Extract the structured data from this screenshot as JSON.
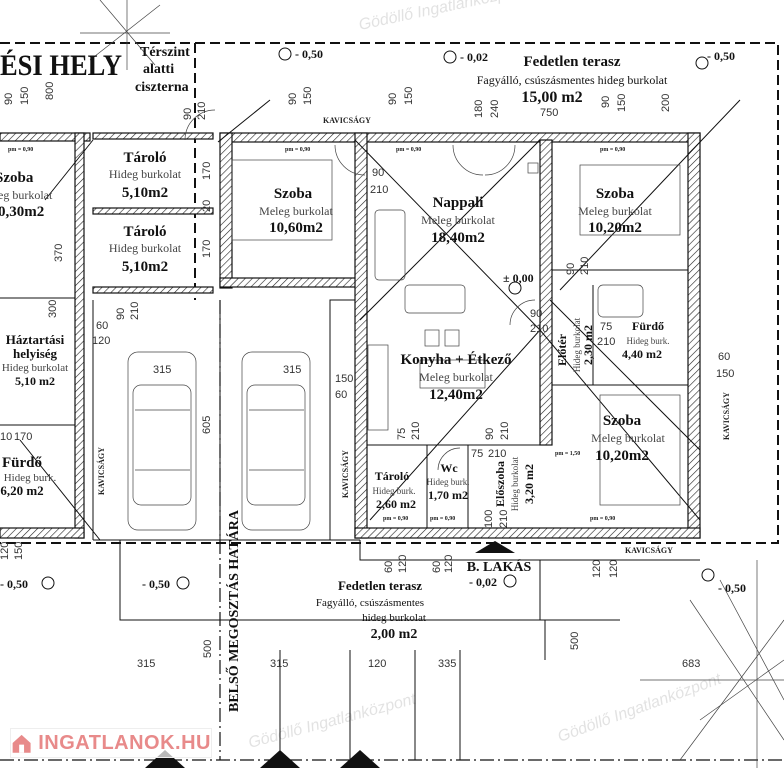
{
  "header": {
    "title_fragment": "ÉSI HELY",
    "cistern": [
      "Térszint",
      "alatti",
      "ciszterna"
    ]
  },
  "rooms": [
    {
      "name": "Szoba",
      "floor": "eg burkolat",
      "area": "0,30m2"
    },
    {
      "name": "Tároló",
      "floor": "Hideg burkolat",
      "area": "5,10m2"
    },
    {
      "name": "Tároló",
      "floor": "Hideg burkolat",
      "area": "5,10m2"
    },
    {
      "name": "Szoba",
      "floor": "Meleg burkolat",
      "area": "10,60m2"
    },
    {
      "name": "Nappali",
      "floor": "Meleg burkolat",
      "area": "18,40m2"
    },
    {
      "name": "Szoba",
      "floor": "Meleg burkolat",
      "area": "10,20m2"
    },
    {
      "name": "Háztartási",
      "name2": "helyiség",
      "floor": "Hideg burkolat",
      "area": "5,10 m2"
    },
    {
      "name": "Fürdő",
      "floor": "Hideg burk.",
      "area": "6,20 m2"
    },
    {
      "name": "Konyha + Étkező",
      "floor": "Meleg burkolat",
      "area": "12,40m2"
    },
    {
      "name": "Előtér",
      "floor": "Hideg burkolat",
      "area": "2,30 m2"
    },
    {
      "name": "Fürdő",
      "floor": "Hideg burk.",
      "area": "4,40 m2"
    },
    {
      "name": "Szoba",
      "floor": "Meleg burkolat",
      "area": "10,20m2"
    },
    {
      "name": "Tároló",
      "floor": "Hideg burk.",
      "area": "2,60 m2"
    },
    {
      "name": "Wc",
      "floor": "Hideg burk.",
      "area": "1,70 m2"
    },
    {
      "name": "Előszoba",
      "floor": "Hideg burkolat",
      "area": "3,20 m2"
    }
  ],
  "terraces": {
    "top": {
      "name": "Fedetlen terasz",
      "floor": "Fagyálló, csúszásmentes hideg burkolat",
      "area": "15,00 m2"
    },
    "bottom": {
      "name": "Fedetlen terasz",
      "floor1": "Fagyálló, csúszásmentes",
      "floor2": "hideg burkolat",
      "area": "2,00 m2"
    }
  },
  "unit_label": "B. LAKÁS",
  "boundary_label": "BELSŐ MEGOSZTÁS HATÁRA",
  "gravel": "KAVICSÁGY",
  "levels": [
    "- 0,50",
    "- 0,02",
    "- 0,50",
    "± 0,00",
    "- 0,50",
    "- 0,50",
    "- 0,02",
    "- 0,50"
  ],
  "sill": [
    "pm = 0,90",
    "pm = 1,50"
  ],
  "dimensions": {
    "top": [
      "90",
      "150",
      "800",
      "90",
      "150",
      "90",
      "150",
      "180",
      "240",
      "750",
      "90",
      "150",
      "200",
      "90",
      "210"
    ],
    "mid": [
      "90",
      "210",
      "60",
      "120",
      "90",
      "210",
      "300",
      "170",
      "20",
      "170",
      "315",
      "315",
      "605",
      "150",
      "60",
      "90",
      "210",
      "75",
      "210",
      "60",
      "150",
      "90",
      "210",
      "370"
    ],
    "lower": [
      "75",
      "210",
      "90",
      "210",
      "75",
      "210",
      "100",
      "210",
      "10",
      "170",
      "120",
      "150"
    ],
    "bottom": [
      "315",
      "500",
      "315",
      "120",
      "335",
      "500",
      "683",
      "60",
      "120",
      "60",
      "120",
      "120",
      "120"
    ]
  },
  "watermark": "Gödöllő Ingatlanközpont",
  "logo": {
    "text": "INGATLANOK.HU",
    "color": "#e88a8a"
  },
  "colors": {
    "line": "#111111",
    "watermark": "#cccccc"
  }
}
